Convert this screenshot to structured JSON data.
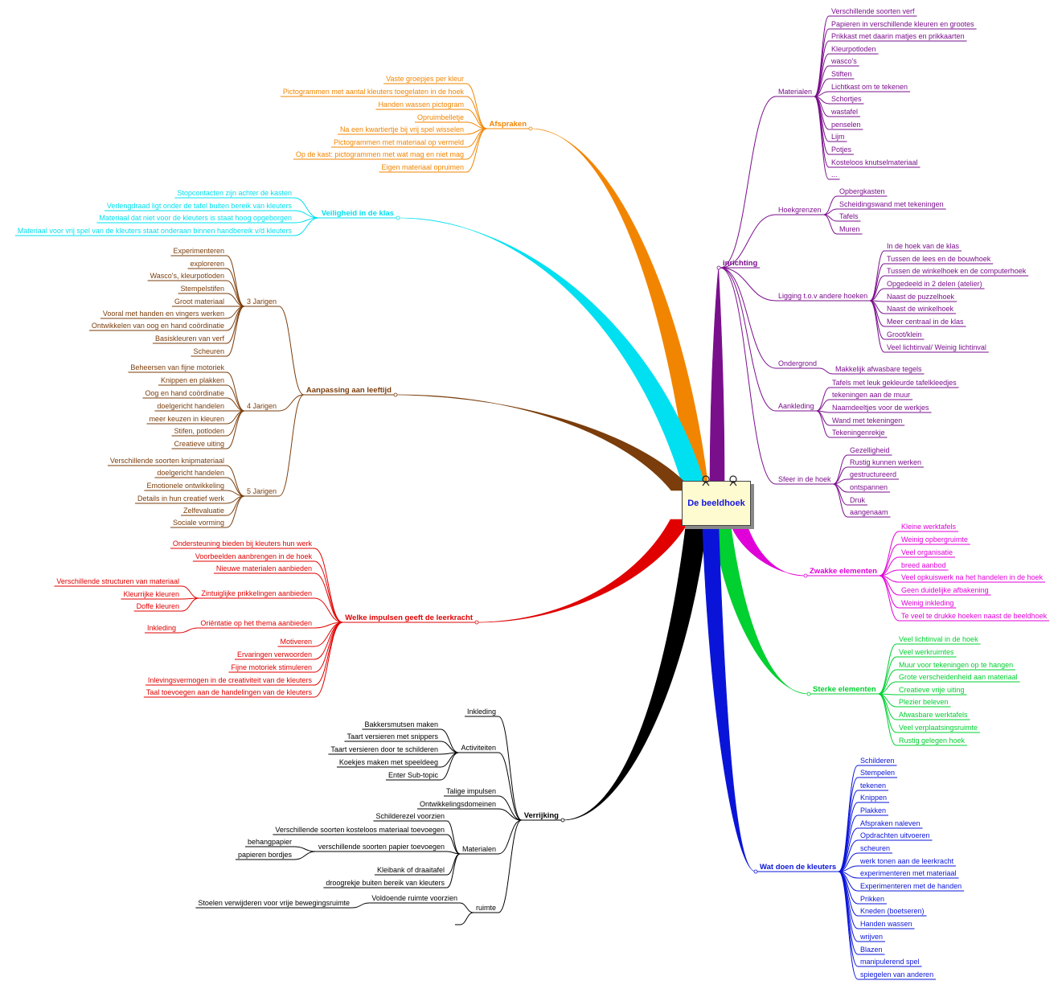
{
  "central_topic": "De beeldhoek",
  "branches": [
    {
      "key": "afspraken",
      "label": "Afspraken",
      "color": "#f28500",
      "side": "left",
      "children": [
        {
          "label": "Vaste groepjes per kleur"
        },
        {
          "label": "Pictogrammen met aantal kleuters toegelaten in de hoek"
        },
        {
          "label": "Handen wassen pictogram"
        },
        {
          "label": "Opruimbelletje"
        },
        {
          "label": "Na een kwartiertje bij vrij spel wisselen"
        },
        {
          "label": "Pictogrammen met materiaal op vermeld"
        },
        {
          "label": "Op de kast: pictogrammen met wat mag en niet mag"
        },
        {
          "label": "Eigen materiaal opruimen"
        }
      ]
    },
    {
      "key": "veiligheid",
      "label": "Veiligheid in de klas",
      "color": "#00e0f0",
      "side": "left",
      "children": [
        {
          "label": "Stopcontacten zijn achter de kasten"
        },
        {
          "label": "Verlengdraad ligt onder de tafel buiten bereik van kleuters"
        },
        {
          "label": "Materiaal dat niet voor de kleuters is staat hoog opgeborgen"
        },
        {
          "label": "Materiaal voor vrij spel van de kleuters staat onderaan binnen handbereik v/d kleuters"
        }
      ]
    },
    {
      "key": "aanpassing",
      "label": "Aanpassing aan leeftijd",
      "color": "#7a3d0b",
      "side": "left",
      "children": [
        {
          "label": "3 Jarigen",
          "children": [
            {
              "label": "Experimenteren"
            },
            {
              "label": "exploreren"
            },
            {
              "label": "Wasco's, kleurpotloden"
            },
            {
              "label": "Stempelstifen"
            },
            {
              "label": "Groot materiaal"
            },
            {
              "label": "Vooral met handen en vingers werken"
            },
            {
              "label": "Ontwikkelen van oog en hand coördinatie"
            },
            {
              "label": "Basiskleuren van verf"
            },
            {
              "label": "Scheuren"
            }
          ]
        },
        {
          "label": "4 Jarigen",
          "children": [
            {
              "label": "Beheersen van fijne motoriek"
            },
            {
              "label": "Knippen en plakken"
            },
            {
              "label": "Oog en hand coördinatie"
            },
            {
              "label": "doelgericht handelen"
            },
            {
              "label": "meer keuzen in kleuren"
            },
            {
              "label": "Stifen, potloden"
            },
            {
              "label": "Creatieve uiting"
            }
          ]
        },
        {
          "label": "5 Jarigen",
          "children": [
            {
              "label": "Verschillende soorten knipmateriaal"
            },
            {
              "label": "doelgericht handelen"
            },
            {
              "label": "Emotionele ontwikkeling"
            },
            {
              "label": "Details in hun creatief werk"
            },
            {
              "label": "Zelfevaluatie"
            },
            {
              "label": "Sociale vorming"
            }
          ]
        }
      ]
    },
    {
      "key": "impulsen",
      "label": "Welke impulsen geeft de leerkracht",
      "color": "#e00000",
      "side": "left",
      "children": [
        {
          "label": "Ondersteuning bieden bij kleuters hun werk"
        },
        {
          "label": "Voorbeelden aanbrengen in de hoek"
        },
        {
          "label": "Nieuwe materialen aanbieden"
        },
        {
          "label": "Zintuiglijke prikkelingen aanbieden",
          "children": [
            {
              "label": "Verschillende structuren van materiaal"
            },
            {
              "label": "Kleurrijke kleuren"
            },
            {
              "label": "Doffe kleuren"
            }
          ]
        },
        {
          "label": "Oriëntatie op het thema aanbieden",
          "children": [
            {
              "label": "Inkleding"
            }
          ]
        },
        {
          "label": "Motiveren"
        },
        {
          "label": "Ervaringen verwoorden"
        },
        {
          "label": "Fijne motoriek stimuleren"
        },
        {
          "label": "Inlevingsvermogen in de creativiteit van de kleuters"
        },
        {
          "label": "Taal toevoegen aan de handelingen van de kleuters"
        }
      ]
    },
    {
      "key": "verrijking",
      "label": "Verrijking",
      "color": "#000000",
      "side": "left",
      "children": [
        {
          "label": "Inkleding"
        },
        {
          "label": "Activiteiten",
          "children": [
            {
              "label": "Bakkersmutsen maken"
            },
            {
              "label": "Taart versieren met snippers"
            },
            {
              "label": "Taart versieren door te schilderen"
            },
            {
              "label": "Koekjes maken met speeldeeg"
            },
            {
              "label": "Enter Sub-topic"
            }
          ]
        },
        {
          "label": "Talige impulsen"
        },
        {
          "label": "Ontwikkelingsdomeinen"
        },
        {
          "label": "Materialen",
          "children": [
            {
              "label": "Schilderezel voorzien"
            },
            {
              "label": "Verschillende soorten kosteloos materiaal toevoegen"
            },
            {
              "label": "verschillende soorten papier toevoegen",
              "children": [
                {
                  "label": "behangpapier"
                },
                {
                  "label": "papieren bordjes"
                }
              ]
            },
            {
              "label": "Kleibank of draaitafel"
            },
            {
              "label": "droogrekje buiten bereik van kleuters"
            }
          ]
        },
        {
          "label": "ruimte",
          "children": [
            {
              "label": "Voldoende ruimte voorzien",
              "children": [
                {
                  "label": "Stoelen verwijderen voor vrije bewegingsruimte"
                }
              ]
            },
            {
              "label": ""
            }
          ]
        }
      ]
    },
    {
      "key": "inrichting",
      "label": "inrichting",
      "color": "#7a0f8c",
      "side": "right",
      "children": [
        {
          "label": "Materialen",
          "children": [
            {
              "label": "Verschillende soorten verf"
            },
            {
              "label": "Papieren in verschillende kleuren en grootes"
            },
            {
              "label": "Prikkast met daarin matjes en prikkaarten"
            },
            {
              "label": "Kleurpotloden"
            },
            {
              "label": "wasco's"
            },
            {
              "label": "Stiften"
            },
            {
              "label": "Lichtkast om te tekenen"
            },
            {
              "label": "Schortjes"
            },
            {
              "label": "wastafel"
            },
            {
              "label": "penselen"
            },
            {
              "label": "Lijm"
            },
            {
              "label": "Potjes"
            },
            {
              "label": "Kosteloos knutselmateriaal"
            },
            {
              "label": "..."
            }
          ]
        },
        {
          "label": "Hoekgrenzen",
          "children": [
            {
              "label": "Opbergkasten"
            },
            {
              "label": "Scheidingswand met tekeningen"
            },
            {
              "label": "Tafels"
            },
            {
              "label": "Muren"
            }
          ]
        },
        {
          "label": "Ligging t.o.v andere hoeken",
          "children": [
            {
              "label": "In de hoek van de klas"
            },
            {
              "label": "Tussen de lees en de bouwhoek"
            },
            {
              "label": "Tussen de winkelhoek en de computerhoek"
            },
            {
              "label": "Opgedeeld in 2 delen (atelier)"
            },
            {
              "label": "Naast de puzzelhoek"
            },
            {
              "label": "Naast de winkelhoek"
            },
            {
              "label": "Meer centraal in de klas"
            },
            {
              "label": "Groot/klein"
            },
            {
              "label": "Veel lichtinval/ Weinig lichtinval"
            }
          ]
        },
        {
          "label": "Ondergrond",
          "children": [
            {
              "label": "Makkelijk afwasbare tegels"
            }
          ]
        },
        {
          "label": "Aankleding",
          "children": [
            {
              "label": "Tafels met leuk gekleurde tafelkleedjes"
            },
            {
              "label": "tekeningen aan de muur"
            },
            {
              "label": "Naamdeeltjes voor de werkjes"
            },
            {
              "label": "Wand met tekeningen"
            },
            {
              "label": "Tekeningenrekje"
            }
          ]
        },
        {
          "label": "Sfeer in de hoek",
          "children": [
            {
              "label": "Gezelligheid"
            },
            {
              "label": "Rustig kunnen werken"
            },
            {
              "label": "gestructureerd"
            },
            {
              "label": "ontspannen"
            },
            {
              "label": "Druk"
            },
            {
              "label": "aangenaam"
            }
          ]
        }
      ]
    },
    {
      "key": "zwakke",
      "label": "Zwakke elementen",
      "color": "#e000d8",
      "side": "right",
      "children": [
        {
          "label": "Kleine werktafels"
        },
        {
          "label": "Weinig opbergruimte"
        },
        {
          "label": "Veel organisatie"
        },
        {
          "label": "breed aanbod"
        },
        {
          "label": "Veel opkuiswerk na het handelen in de hoek"
        },
        {
          "label": "Geen duidelijke afbakening"
        },
        {
          "label": "Weinig inkleding"
        },
        {
          "label": "Te veel te drukke hoeken naast de beeldhoek"
        }
      ]
    },
    {
      "key": "sterke",
      "label": "Sterke elementen",
      "color": "#00d030",
      "side": "right",
      "children": [
        {
          "label": "Veel lichtinval in de hoek"
        },
        {
          "label": "Veel werkruimtes"
        },
        {
          "label": "Muur voor tekeningen op te hangen"
        },
        {
          "label": "Grote verscheidenheid aan materiaal"
        },
        {
          "label": "Creatieve vrije uiting"
        },
        {
          "label": "Plezier beleven"
        },
        {
          "label": "Afwasbare werktafels"
        },
        {
          "label": "Veel verplaatsingsruimte"
        },
        {
          "label": "Rustig gelegen hoek"
        }
      ]
    },
    {
      "key": "watdoen",
      "label": "Wat doen de kleuters",
      "color": "#0a14d8",
      "side": "right",
      "children": [
        {
          "label": "Schilderen"
        },
        {
          "label": "Stempelen"
        },
        {
          "label": "tekenen"
        },
        {
          "label": "Knippen"
        },
        {
          "label": "Plakken"
        },
        {
          "label": "Afspraken naleven"
        },
        {
          "label": "Opdrachten uitvoeren"
        },
        {
          "label": "scheuren"
        },
        {
          "label": "werk tonen aan de leerkracht"
        },
        {
          "label": "experimenteren met materiaal"
        },
        {
          "label": "Experimenteren met de handen"
        },
        {
          "label": "Prikken"
        },
        {
          "label": "Kneden (boetseren)"
        },
        {
          "label": "Handen wassen"
        },
        {
          "label": "wrijven"
        },
        {
          "label": "Blazen"
        },
        {
          "label": "manipulerend spel"
        },
        {
          "label": "spiegelen van anderen"
        }
      ]
    }
  ]
}
